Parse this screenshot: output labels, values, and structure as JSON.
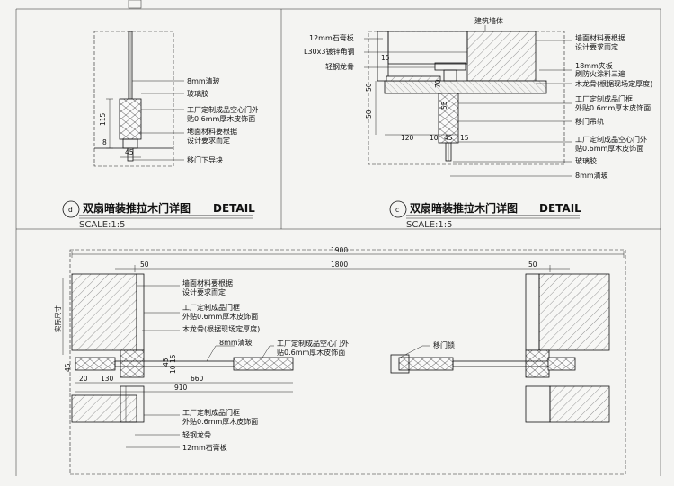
{
  "detail_d": {
    "marker": "d",
    "title": "双扇暗装推拉木门详图",
    "title_en": "DETAIL",
    "scale": "SCALE:1:5",
    "labels": [
      "8mm清玻",
      "玻璃胶",
      "工厂定制成品空心门外",
      "贴0.6mm厚木皮饰面",
      "地面材料要根据",
      "设计要求而定",
      "移门下导块"
    ],
    "dims": [
      "115",
      "8",
      "45"
    ]
  },
  "detail_c": {
    "marker": "c",
    "title": "双扇暗装推拉木门详图",
    "title_en": "DETAIL",
    "scale": "SCALE:1:5",
    "labels_left": [
      "12mm石膏板",
      "L30x3镀锌角钢",
      "轻钢龙骨"
    ],
    "label_top": "建筑墙体",
    "labels_right": [
      "墙面材料要根据",
      "设计要求而定",
      "18mm夹板",
      "刷防火涂料三遍",
      "木龙骨(根据现场定厚度)",
      "工厂定制成品门框",
      "外贴0.6mm厚木皮饰面",
      "移门吊轨",
      "工厂定制成品空心门外",
      "贴0.6mm厚木皮饰面",
      "玻璃胶",
      "8mm清玻"
    ],
    "dims": [
      "15",
      "70",
      "50",
      "50",
      "120",
      "10",
      "45",
      "15",
      "55"
    ]
  },
  "plan": {
    "dims_top": [
      "1900",
      "1800",
      "50",
      "50"
    ],
    "dims_bottom": [
      "130",
      "660",
      "910",
      "20",
      "45",
      "45",
      "15",
      "10"
    ],
    "side_label": "实际尺寸",
    "labels_left": [
      "墙面材料要根据",
      "设计要求而定",
      "工厂定制成品门框",
      "外贴0.6mm厚木皮饰面",
      "木龙骨(根据现场定厚度)"
    ],
    "labels_mid": [
      "8mm清玻",
      "工厂定制成品空心门外",
      "贴0.6mm厚木皮饰面"
    ],
    "labels_bottom": [
      "工厂定制成品门框",
      "外贴0.6mm厚木皮饰面",
      "轻钢龙骨",
      "12mm石膏板"
    ],
    "label_right": "移门锁"
  }
}
